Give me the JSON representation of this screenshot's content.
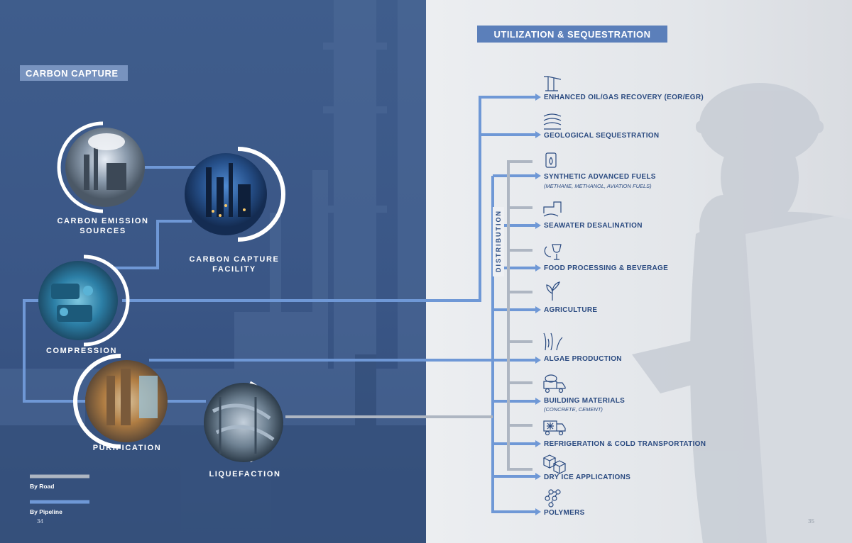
{
  "left_page": {
    "section_title": "CARBON CAPTURE",
    "nodes": {
      "emission": [
        "CARBON EMISSION",
        "SOURCES"
      ],
      "capture": [
        "CARBON CAPTURE",
        "FACILITY"
      ],
      "compression": "COMPRESSION",
      "purification": "PURIFICATION",
      "liquefaction": "LIQUEFACTION"
    },
    "legend": {
      "road": "By Road",
      "pipeline": "By Pipeline"
    },
    "page_number": "34"
  },
  "right_page": {
    "section_title": "UTILIZATION & SEQUESTRATION",
    "distribution_label": "DISTRIBUTION",
    "destinations": [
      {
        "label": "ENHANCED OIL/GAS RECOVERY (EOR/EGR)",
        "icon": "oil-pump-icon"
      },
      {
        "label": "GEOLOGICAL SEQUESTRATION",
        "icon": "rock-layers-icon"
      },
      {
        "label": "SYNTHETIC ADVANCED FUELS",
        "sublabel": "(METHANE, METHANOL, AVIATION FUELS)",
        "icon": "fuel-barrel-icon"
      },
      {
        "label": "SEAWATER DESALINATION",
        "icon": "desalination-icon"
      },
      {
        "label": "FOOD PROCESSING & BEVERAGE",
        "icon": "wine-glass-icon"
      },
      {
        "label": "AGRICULTURE",
        "icon": "sprout-icon"
      },
      {
        "label": "ALGAE PRODUCTION",
        "icon": "algae-icon"
      },
      {
        "label": "BUILDING MATERIALS",
        "sublabel": "(CONCRETE, CEMENT)",
        "icon": "cement-truck-icon"
      },
      {
        "label": "REFRIGERATION & COLD TRANSPORTATION",
        "icon": "refrigerated-truck-icon"
      },
      {
        "label": "DRY ICE APPLICATIONS",
        "icon": "ice-cubes-icon"
      },
      {
        "label": "POLYMERS",
        "icon": "molecule-icon"
      }
    ],
    "page_number": "35"
  },
  "colors": {
    "pipeline": "#6f98d6",
    "road": "#aeb6c2",
    "node_ring": "#ffffff",
    "dest_text": "#2a4a80",
    "left_bg": "#3f5d8c",
    "right_bg": "#e8eaee"
  }
}
